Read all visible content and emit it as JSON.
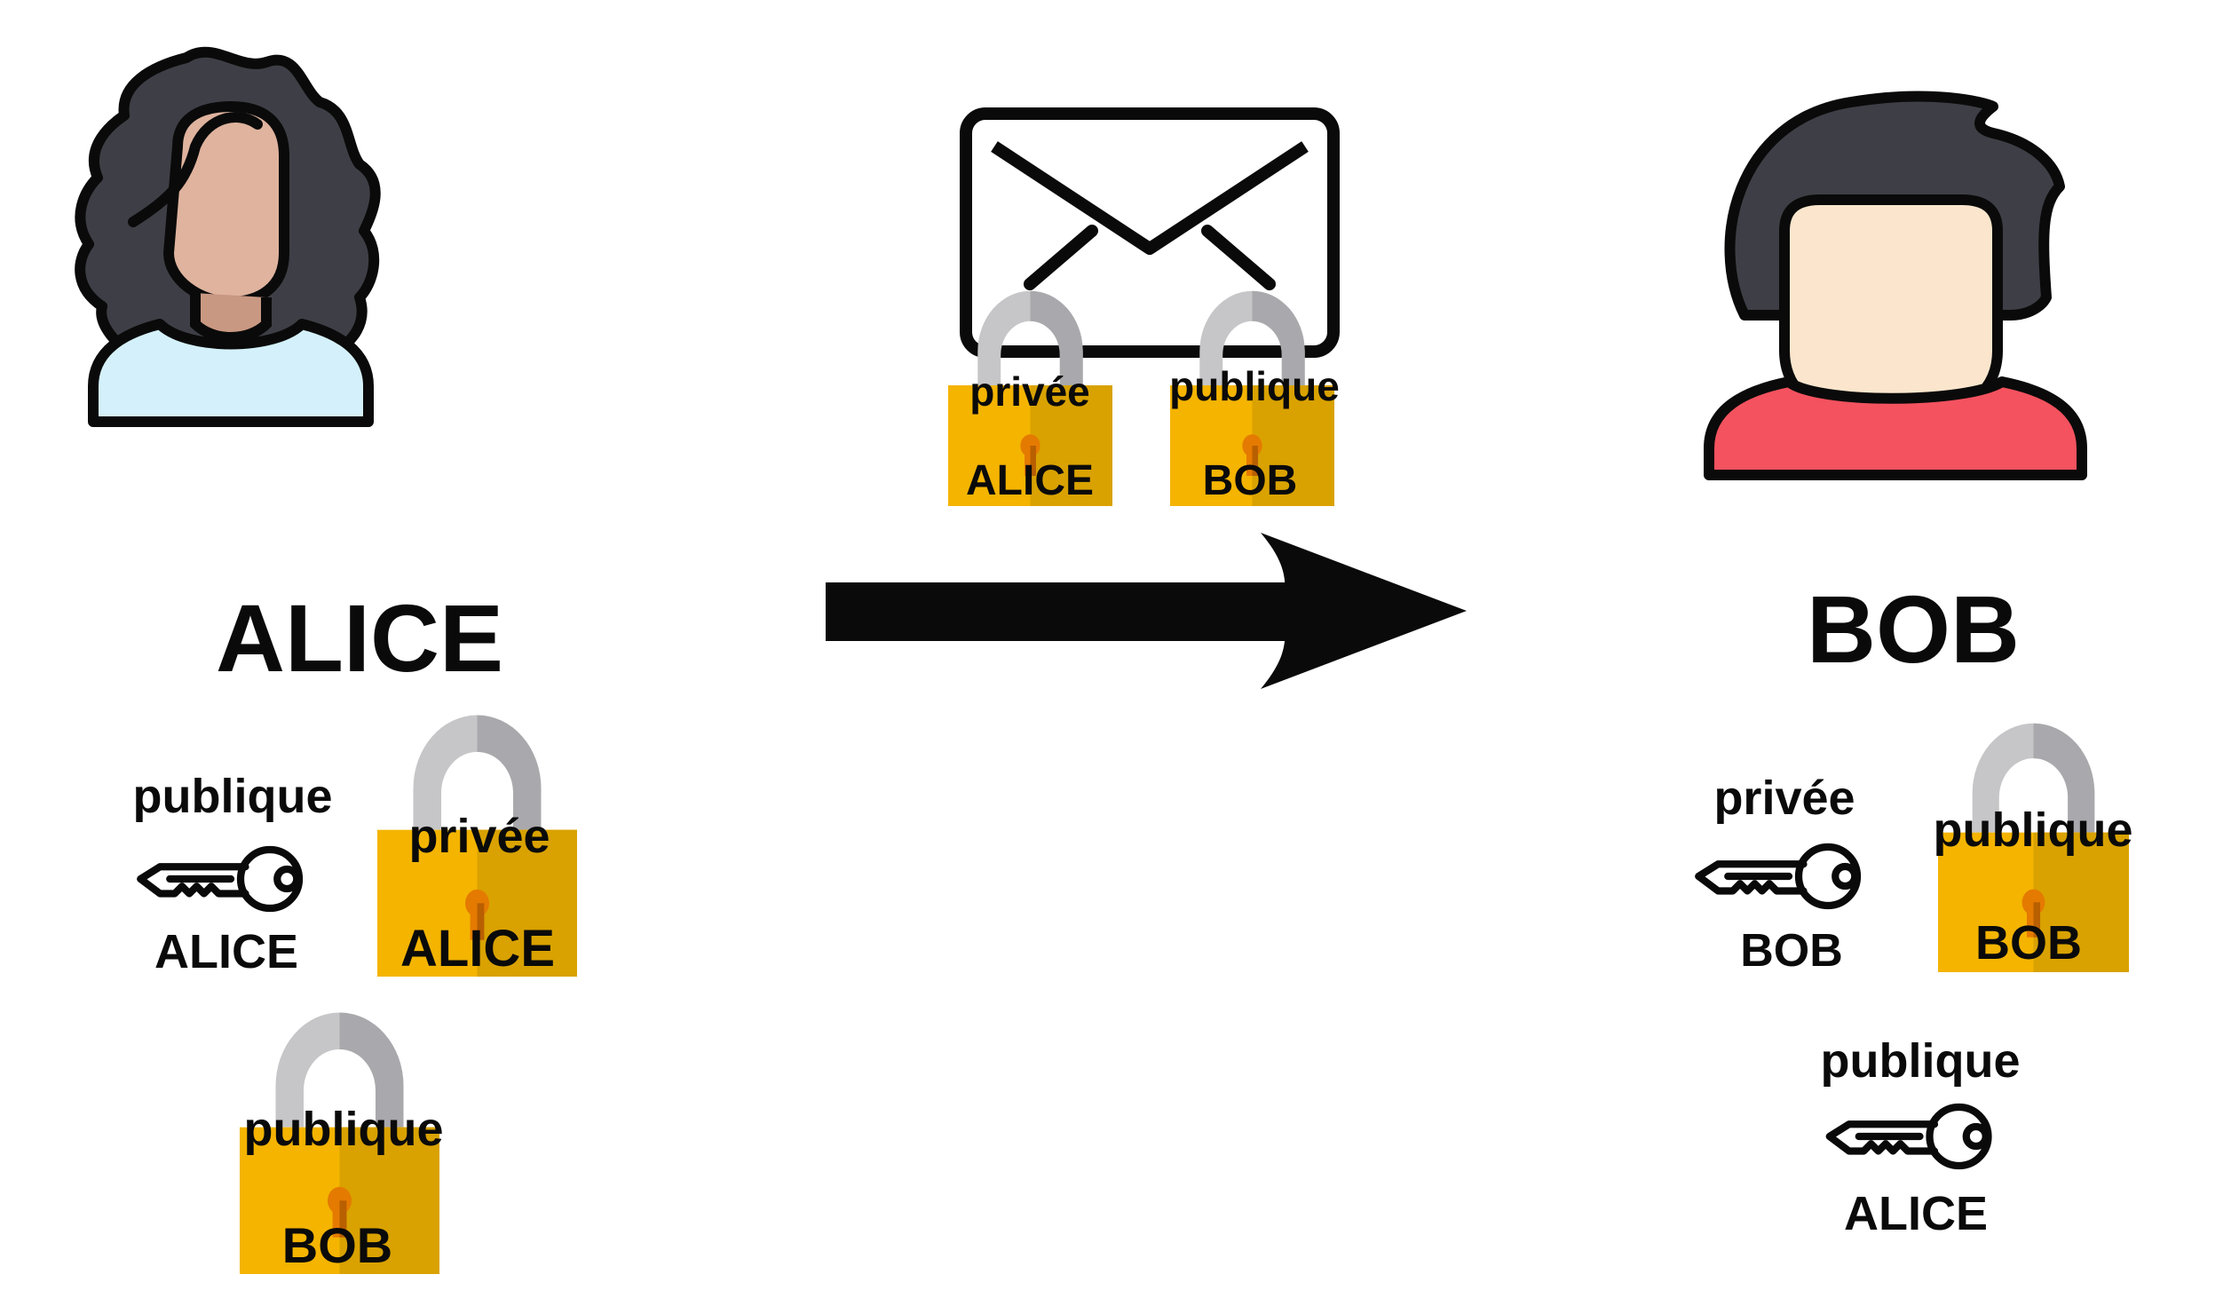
{
  "alice": {
    "name": "ALICE",
    "items": {
      "key": {
        "top": "publique",
        "bottom": "ALICE"
      },
      "lock_own": {
        "top": "privée",
        "bottom": "ALICE"
      },
      "lock_bob": {
        "top": "publique",
        "bottom": "BOB"
      }
    }
  },
  "bob": {
    "name": "BOB",
    "items": {
      "key_own": {
        "top": "privée",
        "bottom": "BOB"
      },
      "lock_own": {
        "top": "publique",
        "bottom": "BOB"
      },
      "key_alice": {
        "top": "publique",
        "bottom": "ALICE"
      }
    }
  },
  "message": {
    "lock1": {
      "top": "privée",
      "bottom": "ALICE"
    },
    "lock2": {
      "top": "publique",
      "bottom": "BOB"
    }
  },
  "icons": {
    "alice_avatar": "woman-avatar-icon",
    "bob_avatar": "man-avatar-icon",
    "envelope": "envelope-icon",
    "arrow": "arrow-right-icon",
    "key": "key-icon",
    "padlock": "padlock-icon"
  },
  "colors": {
    "lock_body": "#f4b400",
    "lock_body_shade": "#d9a200",
    "lock_shackle": "#c6c6c8",
    "keyhole": "#e57a00",
    "alice_hair": "#3e3f46",
    "alice_skin": "#dfb39e",
    "alice_shirt": "#d4f1fb",
    "bob_hair": "#3e3f46",
    "bob_skin": "#fbe6cd",
    "bob_shirt": "#f4525f",
    "outline": "#0a0a0a"
  }
}
